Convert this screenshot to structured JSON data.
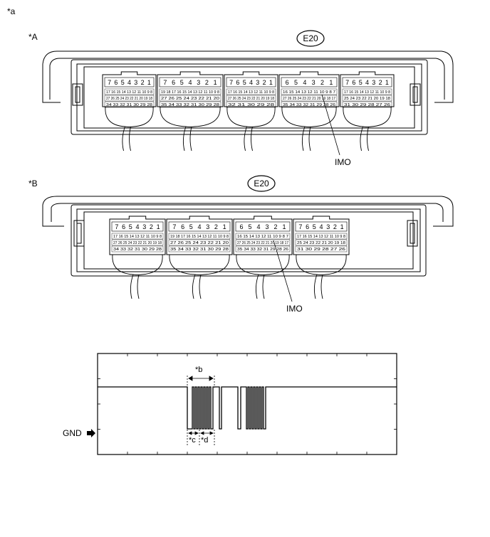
{
  "figure_label": "*a",
  "section_a": {
    "label": "*A",
    "connector_id": "E20",
    "callout": "IMO"
  },
  "section_b": {
    "label": "*B",
    "connector_id": "E20",
    "callout": "IMO"
  },
  "waveform": {
    "ground_label": "GND",
    "label_b": "*b",
    "label_c": "*c",
    "label_d": "*d"
  },
  "connector_a": [
    {
      "top": [
        "7",
        "6",
        "5",
        "4",
        "3",
        "2",
        "1"
      ],
      "r1": "17 16 15 14 13 12 11 10 9 8",
      "r2": "27 26 25 24 23 22 21 20 19 18",
      "r3": "34 33 32 31 30 29 28"
    },
    {
      "top": [
        "7",
        "6",
        "5",
        "4",
        "3",
        "2",
        "1"
      ],
      "r1": "19 18 17 16 15 14 13 12 11 10 9 8",
      "r2": "27 26 25 24 23 22 21 20",
      "r3": "35 34 33 32 31 30 29 28"
    },
    {
      "top": [
        "7",
        "6",
        "5",
        "4",
        "3",
        "2",
        "1"
      ],
      "r1": "17 16 15 14 13 12 11 10 9 8",
      "r2": "27 26 25 24 23 22 21 20 19 18",
      "r3": "32 31 30 29 28"
    },
    {
      "top": [
        "6",
        "5",
        "4",
        "3",
        "2",
        "1"
      ],
      "r1": "16 15 14 13 12 11 10 9 8 7",
      "r2": "27 26 25 24 23 22 21 20 19 18 17",
      "r3": "35 34 33 32 31 29 28 26"
    },
    {
      "top": [
        "7",
        "6",
        "5",
        "4",
        "3",
        "2",
        "1"
      ],
      "r1": "17 16 15 14 13 12 11 10 9 8",
      "r2": "25 24 23 22 21 20 19 18",
      "r3": "31 30 29 28 27 26"
    }
  ],
  "connector_b": [
    {
      "top": [
        "7",
        "6",
        "5",
        "4",
        "3",
        "2",
        "1"
      ],
      "r1": "17 16 15 14 13 12 11 10 9 8",
      "r2": "27 26 25 24 23 22 21 20 19 18",
      "r3": "34 33 32 31 30 29 28"
    },
    {
      "top": [
        "7",
        "6",
        "5",
        "4",
        "3",
        "2",
        "1"
      ],
      "r1": "19 18 17 16 15 14 13 12 11 10 9 8",
      "r2": "27 26 25 24 23 22 21 20",
      "r3": "35 34 33 32 31 30 29 28"
    },
    {
      "top": [
        "6",
        "5",
        "4",
        "3",
        "2",
        "1"
      ],
      "r1": "16 15 14 13 12 11 10 9 8 7",
      "r2": "27 26 25 24 23 22 21 20 19 18 17",
      "r3": "35 34 33 32 31 29 28 26"
    },
    {
      "top": [
        "7",
        "6",
        "5",
        "4",
        "3",
        "2",
        "1"
      ],
      "r1": "17 16 15 14 13 12 11 10 9 8",
      "r2": "25 24 23 22 21 20 19 18",
      "r3": "31 30 29 28 27 26"
    }
  ]
}
